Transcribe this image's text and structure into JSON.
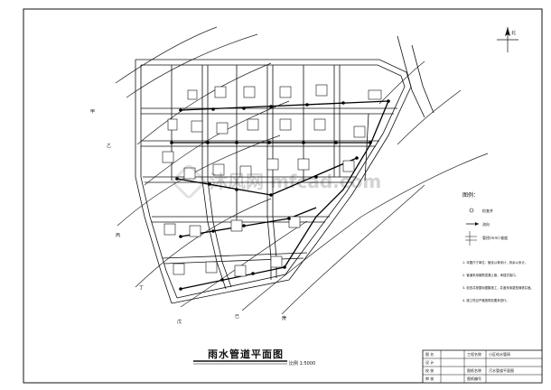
{
  "drawing": {
    "title": "雨水管道平面图",
    "scale_text": "比例 1:5000",
    "watermark": "沐风网 mfcad.com"
  },
  "legend": {
    "heading": "图例：",
    "items": [
      {
        "symbol": "circle",
        "label": "检查井"
      },
      {
        "symbol": "arrow-line",
        "label": "流向"
      },
      {
        "symbol": "pipe-tag",
        "label": "管径(mm) 坡度"
      }
    ],
    "notes": [
      "1. 本图尺寸单位：管径以毫米计，其余以米计。",
      "2. 管道采用钢筋混凝土管，承插式接口。",
      "3. 检查井按国标图集施工，井盖采用重型铸铁井盖。",
      "4. 施工时应严格按规范要求进行。"
    ]
  },
  "title_block": {
    "rows": [
      [
        "图 名",
        "",
        "工程名称",
        "小区给水管网"
      ],
      [
        "设 计",
        "",
        "",
        ""
      ],
      [
        "校 核",
        "",
        "图纸名称",
        "污水管道平面图"
      ],
      [
        "审 核",
        "",
        "图纸编号",
        ""
      ]
    ]
  },
  "map_labels": [
    {
      "id": "gx1",
      "text": "甲"
    },
    {
      "id": "gx2",
      "text": "乙"
    },
    {
      "id": "gx3",
      "text": "丙"
    },
    {
      "id": "gx4",
      "text": "丁"
    },
    {
      "id": "gx5",
      "text": "戊"
    },
    {
      "id": "gx6",
      "text": "已"
    },
    {
      "id": "gx7",
      "text": "庚"
    }
  ],
  "north_arrow": "北"
}
